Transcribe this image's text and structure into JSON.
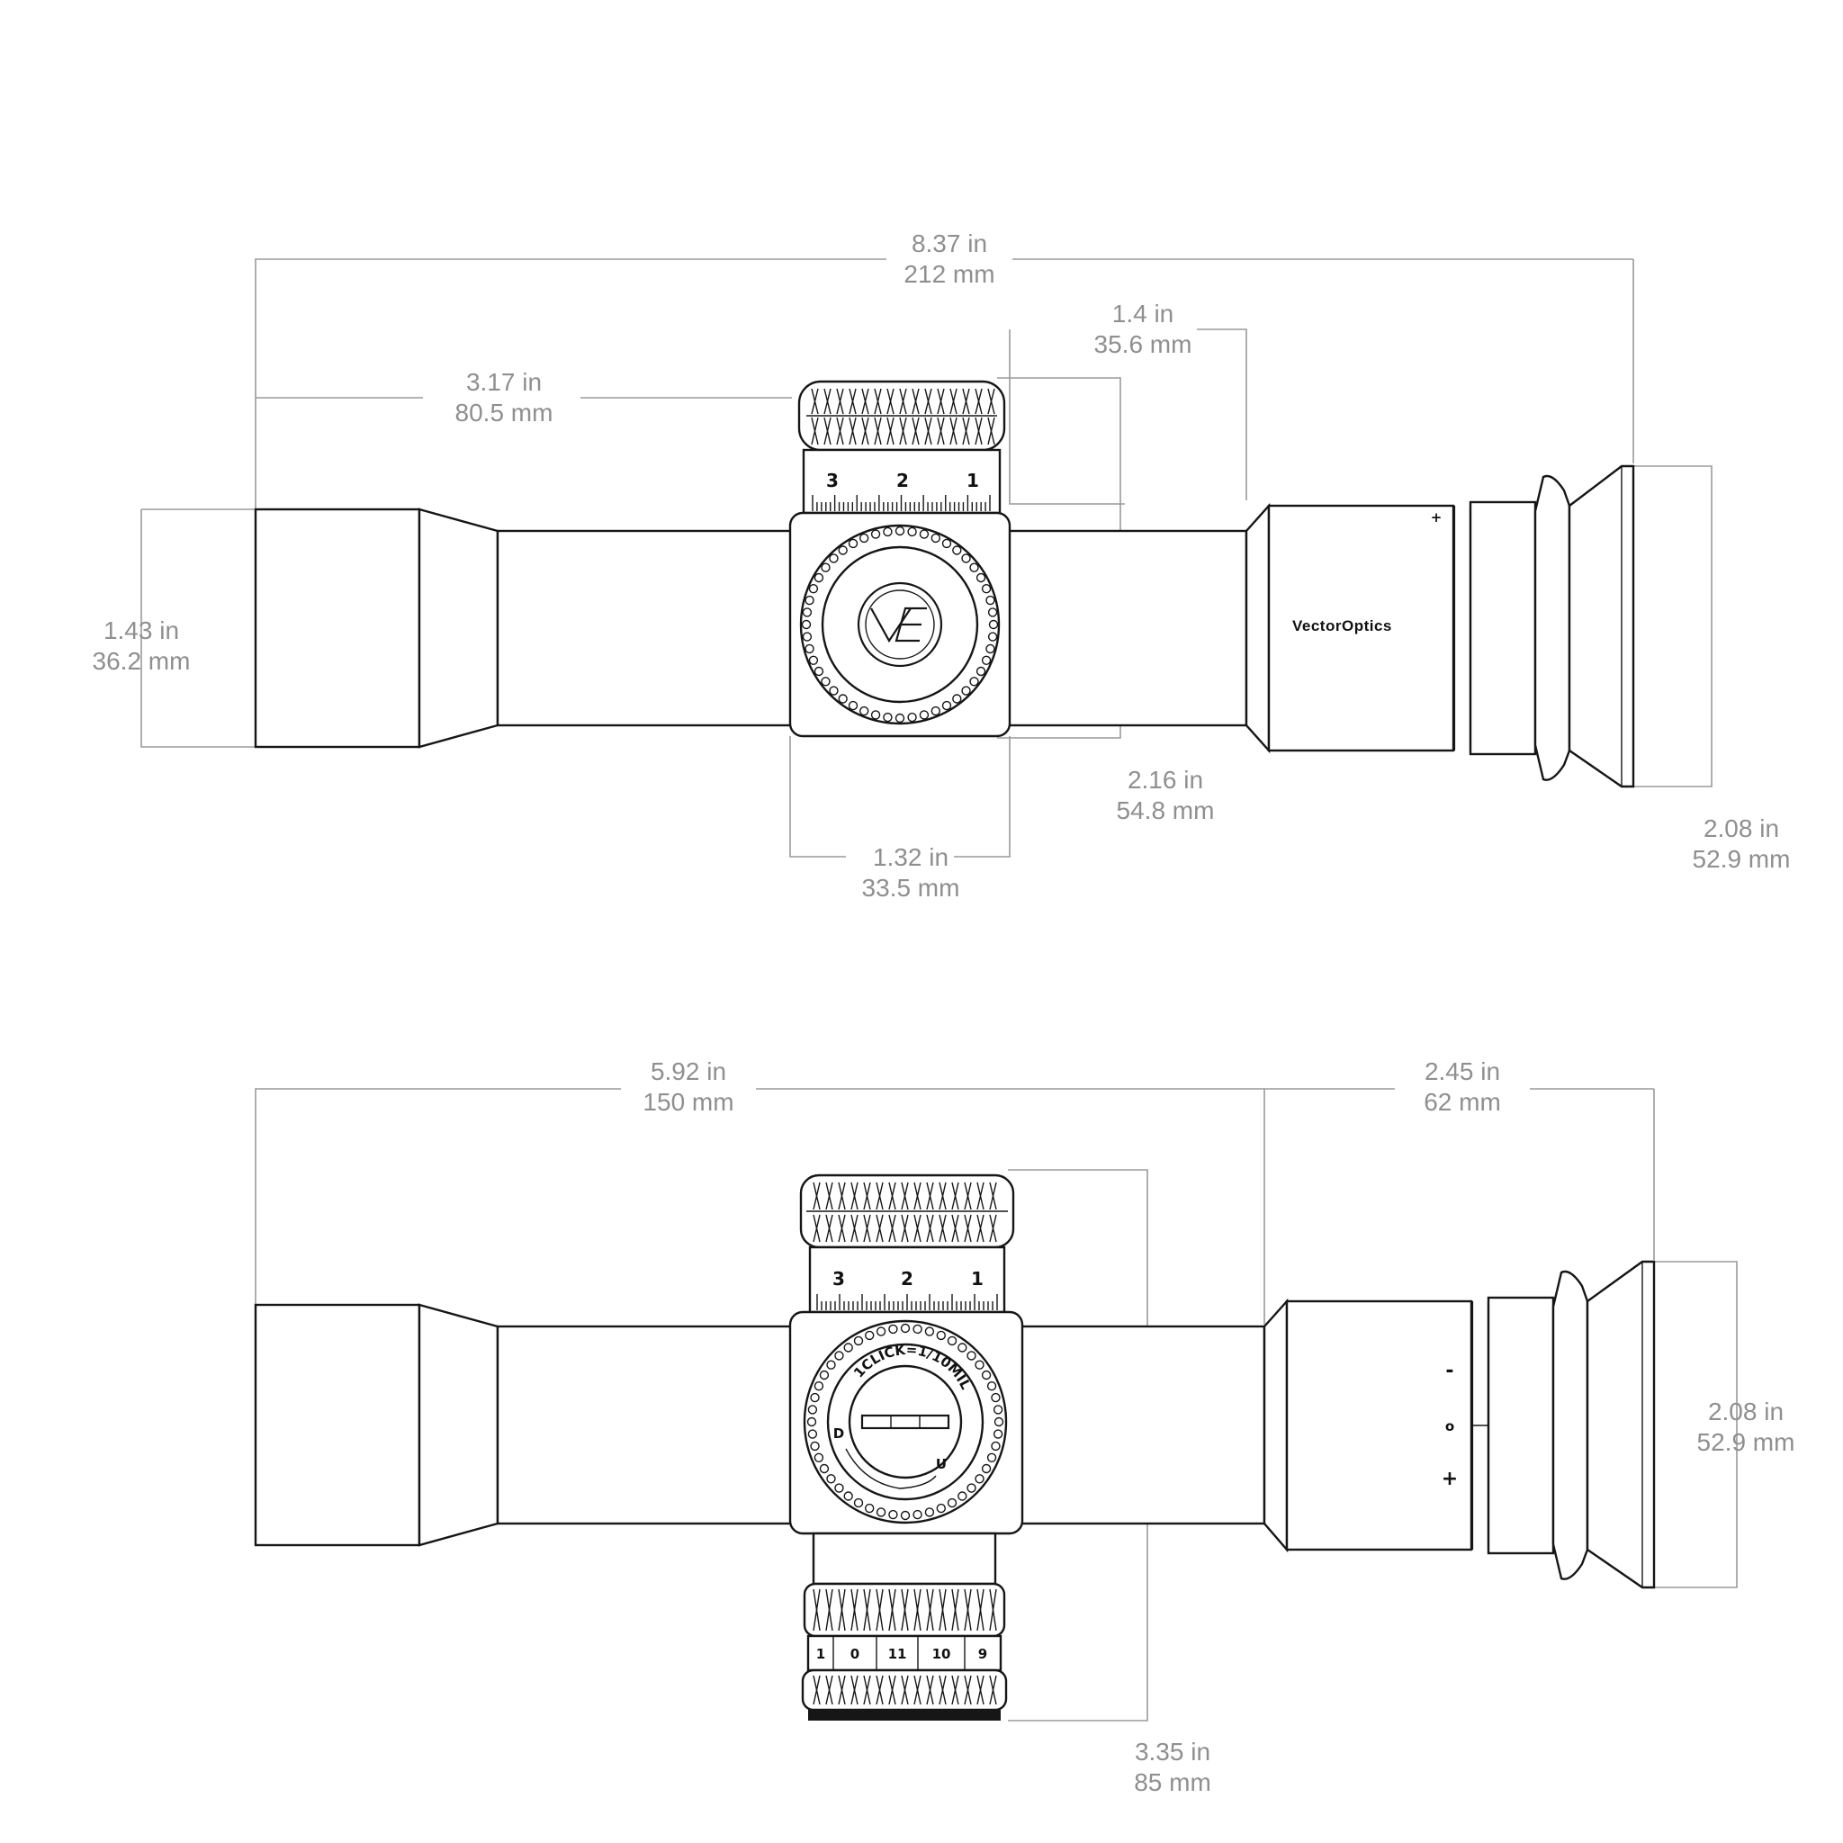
{
  "brand": "VectorOptics",
  "top_view": {
    "overall_length": {
      "in": "8.37 in",
      "mm": "212 mm"
    },
    "objective_to_turret": {
      "in": "3.17 in",
      "mm": "80.5 mm"
    },
    "mounting_length_rear": {
      "in": "1.4 in",
      "mm": "35.6 mm"
    },
    "objective_diameter": {
      "in": "1.43 in",
      "mm": "36.2 mm"
    },
    "turret_height": {
      "in": "2.16 in",
      "mm": "54.8 mm"
    },
    "turret_width": {
      "in": "1.32 in",
      "mm": "33.5 mm"
    },
    "eyepiece_diameter": {
      "in": "2.08 in",
      "mm": "52.9 mm"
    },
    "turret_scale": [
      "3",
      "2",
      "1"
    ],
    "eyepiece_mark": "+"
  },
  "side_view": {
    "body_length": {
      "in": "5.92 in",
      "mm": "150 mm"
    },
    "eyepiece_length": {
      "in": "2.45 in",
      "mm": "62 mm"
    },
    "eyepiece_diameter": {
      "in": "2.08 in",
      "mm": "52.9 mm"
    },
    "total_height": {
      "in": "3.35 in",
      "mm": "85 mm"
    },
    "turret_scale": [
      "3",
      "2",
      "1"
    ],
    "click_value": "1CLICK=1/10MIL",
    "dir_down": "D",
    "dir_up": "U",
    "illum_scale": [
      "1",
      "0",
      "11",
      "10",
      "9"
    ],
    "diopter_marks": [
      "-",
      "o",
      "+"
    ]
  }
}
